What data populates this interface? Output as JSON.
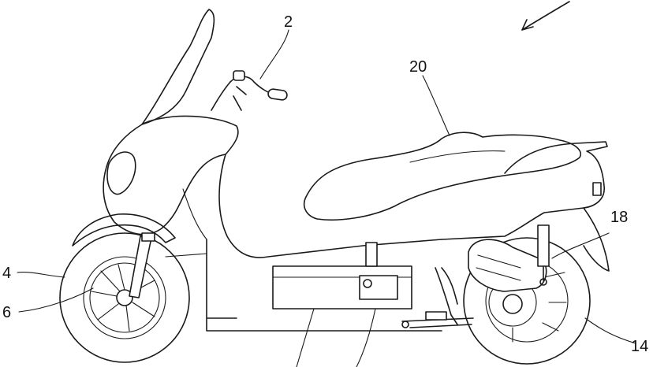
{
  "references": {
    "ref_2": "2",
    "ref_4": "4",
    "ref_6": "6",
    "ref_14": "14",
    "ref_18": "18",
    "ref_20": "20"
  }
}
